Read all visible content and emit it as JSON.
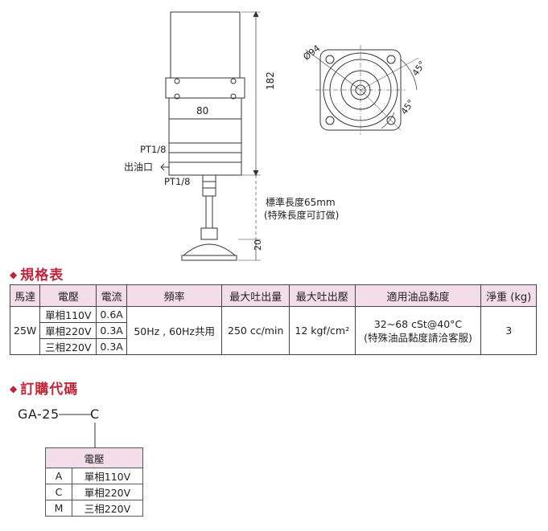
{
  "drawing": {
    "dim_80": "80",
    "dim_182": "182",
    "dim_20": "20",
    "thread_top": "PT1/8",
    "oil_outlet": "出油口",
    "thread_bottom": "PT1/8",
    "std_length": "標準長度65mm",
    "special_length": "(特殊長度可訂做)",
    "dia_94": "Ø94",
    "angle_1": "45°",
    "angle_2": "45°"
  },
  "spec": {
    "title": "規格表",
    "headers": [
      "馬達",
      "電壓",
      "電流",
      "頻率",
      "最大吐出量",
      "最大吐出壓",
      "適用油品黏度",
      "淨重 (kg)"
    ],
    "motor": "25W",
    "rows": [
      {
        "voltage": "單相110V",
        "current": "0.6A"
      },
      {
        "voltage": "單相220V",
        "current": "0.3A"
      },
      {
        "voltage": "三相220V",
        "current": "0.3A"
      }
    ],
    "frequency": "50Hz , 60Hz共用",
    "max_flow": "250 cc/min",
    "max_pressure": "12 kgf/cm²",
    "viscosity_1": "32~68 cSt@40°C",
    "viscosity_2": "(特殊油品黏度請洽客服)",
    "weight": "3"
  },
  "order": {
    "title": "訂購代碼",
    "code_prefix": "GA-25",
    "code_suffix": "C",
    "table_header": "電壓",
    "options": [
      {
        "code": "A",
        "label": "單相110V"
      },
      {
        "code": "C",
        "label": "單相220V"
      },
      {
        "code": "M",
        "label": "三相220V"
      }
    ]
  },
  "colors": {
    "accent": "#c0263a",
    "header_bg": "#f3dde8"
  }
}
